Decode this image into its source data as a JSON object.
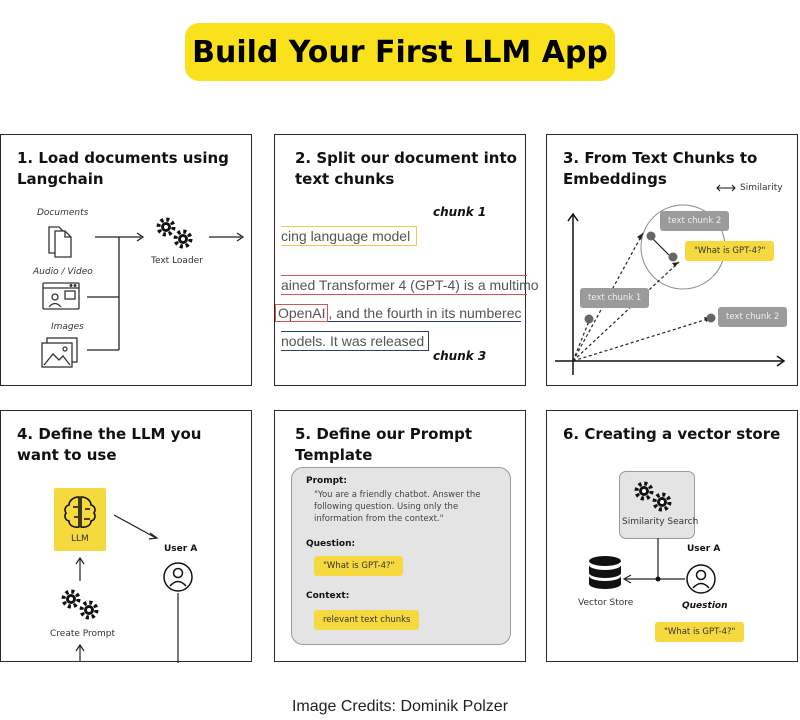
{
  "title": "Build Your First LLM App",
  "credits": "Image Credits: Dominik Polzer",
  "panels": {
    "p1": {
      "title": "1. Load documents using Langchain",
      "documents": "Documents",
      "audio": "Audio / Video",
      "images": "Images",
      "loader": "Text Loader"
    },
    "p2": {
      "title": "2. Split our document into text chunks",
      "chunk1": "chunk 1",
      "chunk3": "chunk 3",
      "line1": "cing language model",
      "line2": "ained Transformer 4 (GPT-4) is a multimo",
      "line3a": " OpenAI",
      "line3b": ", and the fourth in its numberec",
      "line4": "nodels. It was released"
    },
    "p3": {
      "title": "3. From Text Chunks to Embeddings",
      "similarity": "Similarity",
      "chunk2a": "text chunk 2",
      "query": "\"What is GPT-4?\"",
      "chunk1": "text chunk 1",
      "chunk2b": "text chunk 2"
    },
    "p4": {
      "title": "4. Define the LLM you want to use",
      "llm": "LLM",
      "userA": "User A",
      "createPrompt": "Create Prompt"
    },
    "p5": {
      "title": "5. Define our Prompt Template",
      "promptHead": "Prompt:",
      "promptText": "\"You are a friendly chatbot. Answer the following question. Using only the information from the context.\"",
      "questionHead": "Question:",
      "question": "\"What is GPT-4?\"",
      "contextHead": "Context:",
      "context": "relevant text chunks"
    },
    "p6": {
      "title": "6. Creating a vector store",
      "similaritySearch": "Similarity Search",
      "userA": "User A",
      "vectorStore": "Vector Store",
      "questionLabel": "Question",
      "question": "\"What is GPT-4?\""
    }
  },
  "colors": {
    "accent": "#f9e11b",
    "pill_yellow": "#f6d93e",
    "pill_gray": "#9b9b9b",
    "chunk_red": "#d9534f",
    "chunk_blue": "#2c3e6b",
    "chunk_yellow": "#f2c94c"
  },
  "icons": [
    "file-icon",
    "video-call-icon",
    "image-icon",
    "gears-icon",
    "brain-icon",
    "user-icon",
    "database-icon"
  ]
}
